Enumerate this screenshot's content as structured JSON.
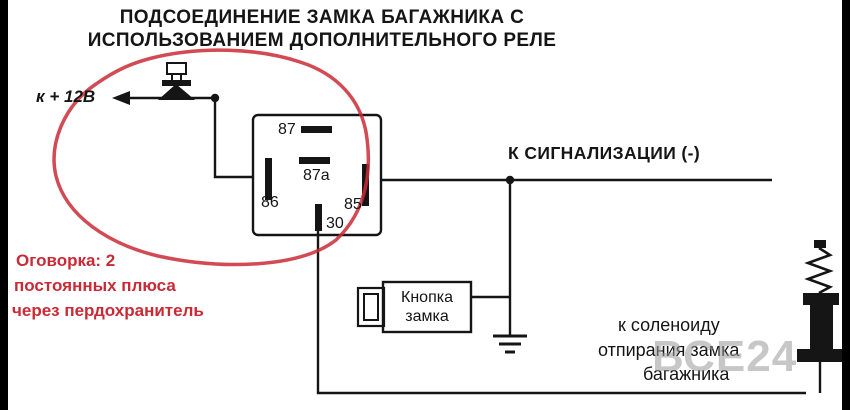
{
  "title": {
    "line1": "ПОДСОЕДИНЕНИЕ ЗАМКА БАГАЖНИКА С",
    "line2": "ИСПОЛЬЗОВАНИЕМ ДОПОЛНИТЕЛЬНОГО РЕЛЕ"
  },
  "power_label": "к + 12В",
  "alarm_label": "К СИГНАЛИЗАЦИИ (-)",
  "relay": {
    "pin_87": "87",
    "pin_87a": "87а",
    "pin_86": "86",
    "pin_85": "85",
    "pin_30": "30"
  },
  "button": {
    "line1": "Кнопка",
    "line2": "замка"
  },
  "solenoid_label": {
    "line1": "к  соленоиду",
    "line2": "отпирания замка",
    "line3": "багажника"
  },
  "note": {
    "line1": "Оговорка: 2",
    "line2": "постоянных плюса",
    "line3": "через пердохранитель"
  },
  "watermark": "ВСЕ24",
  "colors": {
    "annotation_red": "#c92a36",
    "wire_black": "#151515",
    "watermark_gray": "#9a9a9a"
  }
}
